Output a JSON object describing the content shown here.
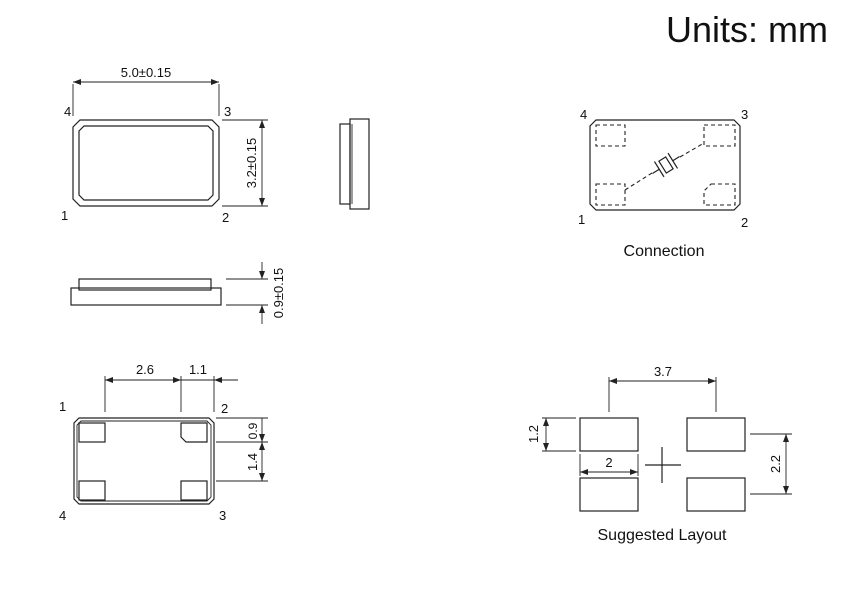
{
  "units_label": "Units: mm",
  "top_view": {
    "width_dim": "5.0±0.15",
    "height_dim": "3.2±0.15",
    "pins": {
      "p1": "1",
      "p2": "2",
      "p3": "3",
      "p4": "4"
    }
  },
  "side_view": {
    "thickness_dim": "0.9±0.15"
  },
  "connection": {
    "caption": "Connection",
    "pins": {
      "p1": "1",
      "p2": "2",
      "p3": "3",
      "p4": "4"
    }
  },
  "bottom_view": {
    "dim_a": "2.6",
    "dim_b": "1.1",
    "dim_c": "0.9",
    "dim_d": "1.4",
    "pins": {
      "p1": "1",
      "p2": "2",
      "p3": "3",
      "p4": "4"
    }
  },
  "layout": {
    "caption": "Suggested Layout",
    "dim_span": "3.7",
    "dim_pad_h": "1.2",
    "dim_pad_w": "2",
    "dim_total_h": "2.2"
  }
}
